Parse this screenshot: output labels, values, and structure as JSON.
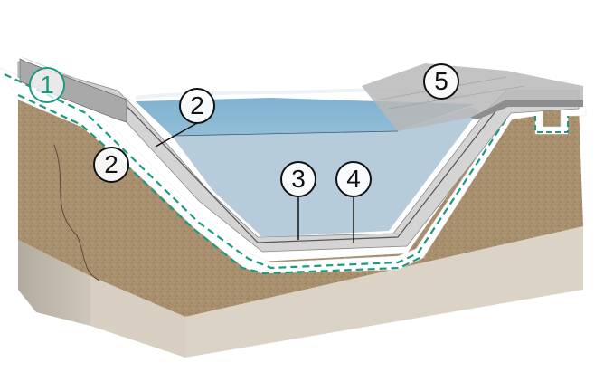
{
  "diagram": {
    "subject": "Pond / reservoir cross-section with layered lining system",
    "colors": {
      "soil": "#a8906f",
      "soil_dark": "#8c7558",
      "base_block_side": "#d8cfc2",
      "base_block_shade": "#b7aea3",
      "water_surface": "#8ab8d4",
      "water_body": "#b7ccdb",
      "concrete": "#d6d6d6",
      "paver": "#bdbdbd",
      "geotextile": "#ffffff",
      "geotextile_dash": "#1a9a80",
      "accent": "#1a9a80"
    },
    "callouts": [
      {
        "id": "1",
        "label": "1",
        "style": "accent"
      },
      {
        "id": "2a",
        "label": "2",
        "style": "default"
      },
      {
        "id": "2b",
        "label": "2",
        "style": "default"
      },
      {
        "id": "3",
        "label": "3",
        "style": "default"
      },
      {
        "id": "4",
        "label": "4",
        "style": "default"
      },
      {
        "id": "5",
        "label": "5",
        "style": "default"
      }
    ]
  }
}
